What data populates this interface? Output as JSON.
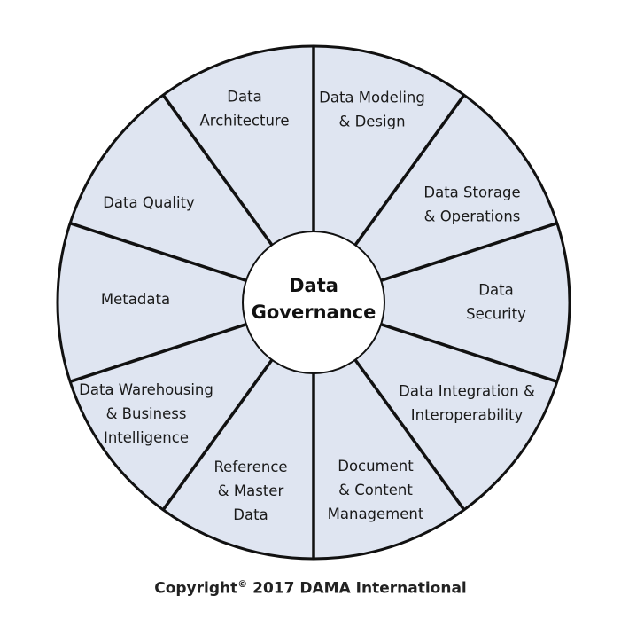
{
  "center_label": [
    "Data",
    "Governance"
  ],
  "segments": [
    {
      "lines": [
        "Data Modeling",
        "& Design"
      ]
    },
    {
      "lines": [
        "Data Storage",
        "& Operations"
      ]
    },
    {
      "lines": [
        "Data",
        "Security"
      ]
    },
    {
      "lines": [
        "Data Integration &",
        "Interoperability"
      ]
    },
    {
      "lines": [
        "Document",
        "& Content",
        "Management"
      ]
    },
    {
      "lines": [
        "Reference",
        "& Master",
        "Data"
      ]
    },
    {
      "lines": [
        "Data Warehousing",
        "& Business",
        "Intelligence"
      ]
    },
    {
      "lines": [
        "Metadata"
      ]
    },
    {
      "lines": [
        "Data Quality"
      ]
    },
    {
      "lines": [
        "Data",
        "Architecture"
      ]
    }
  ],
  "copyright": {
    "prefix": "Copyright",
    "symbol": "©",
    "suffix": " 2017 DAMA International"
  },
  "colors": {
    "segment_fill": "#dfe5f1",
    "stroke": "#111111",
    "center_fill": "#ffffff"
  }
}
